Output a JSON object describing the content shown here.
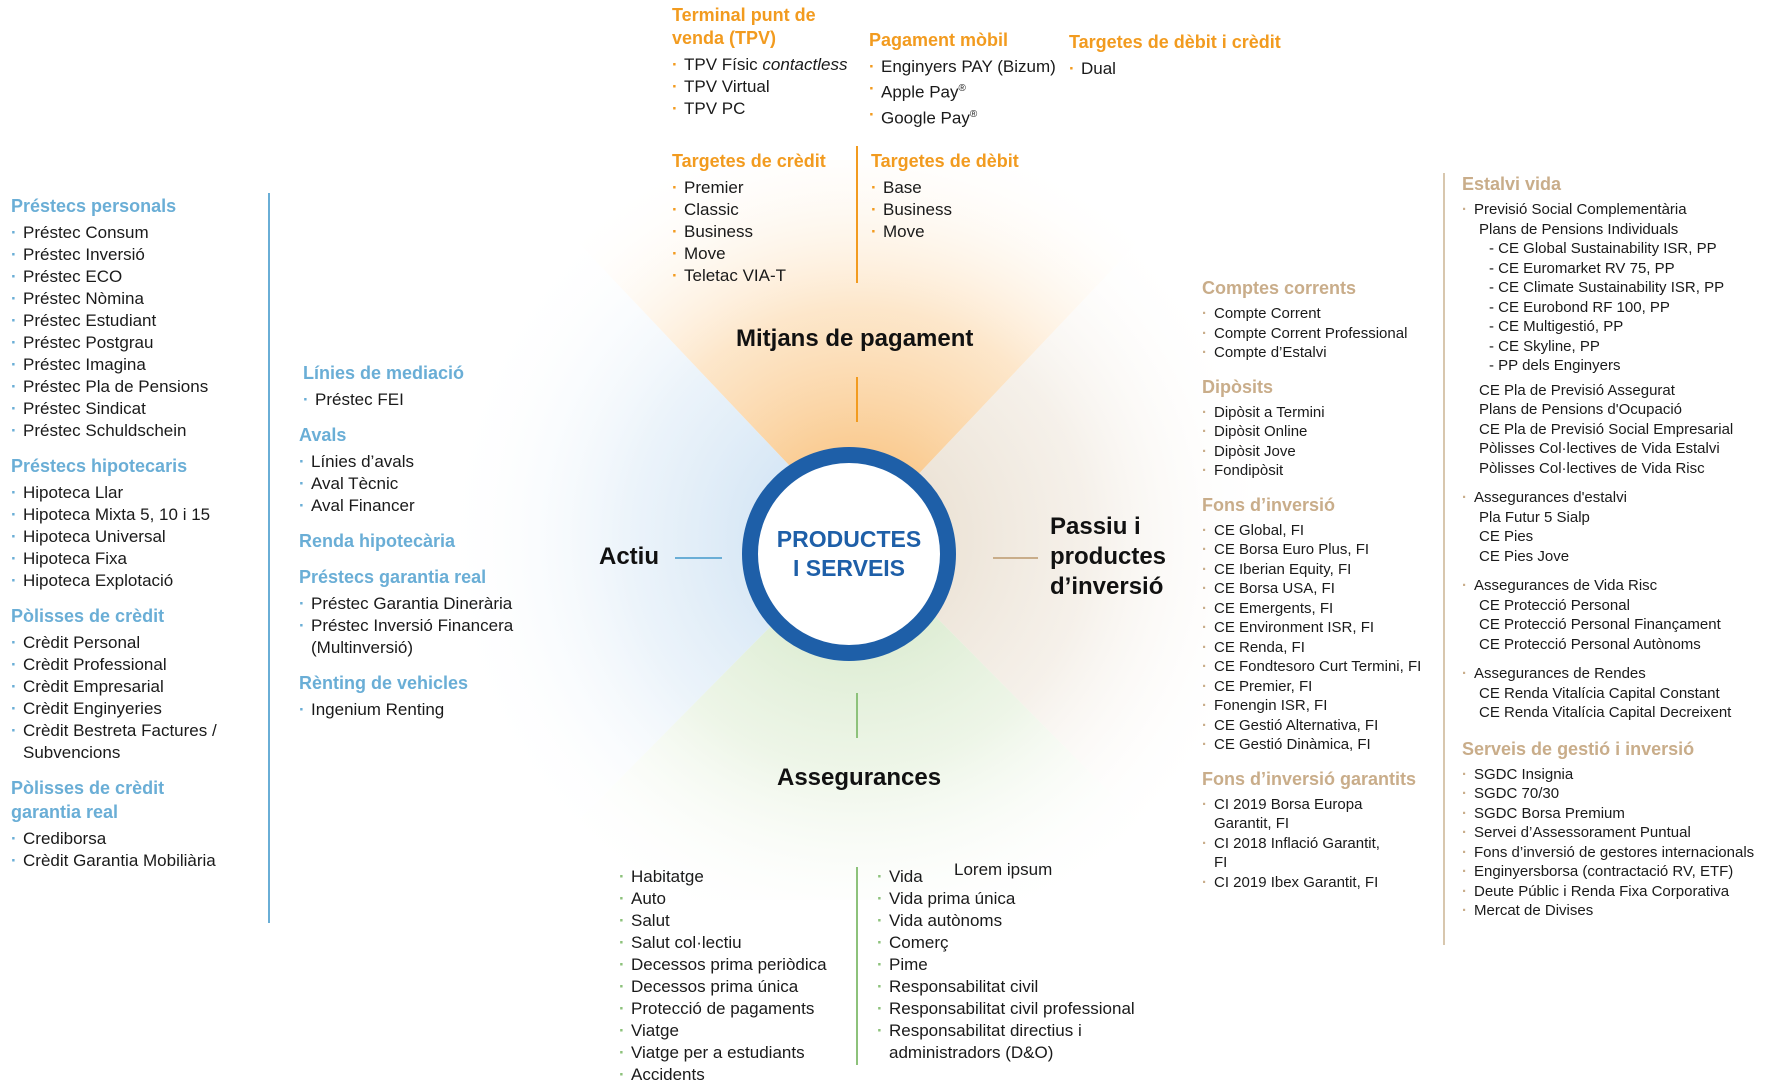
{
  "center": {
    "label": "PRODUCTES\nI SERVEIS"
  },
  "axes": {
    "top": "Mitjans de pagament",
    "left": "Actiu",
    "right": "Passiu i\nproductes\nd’inversió",
    "bottom": "Assegurances"
  },
  "colors": {
    "blue": "#6aaed6",
    "orange": "#f29b1f",
    "beige": "#c9ad8a",
    "green": "#8dc27b",
    "navy": "#1e5fa8"
  },
  "left_col": {
    "prestecs_personals": {
      "title": "Préstecs personals",
      "items": [
        "Préstec Consum",
        "Préstec Inversió",
        "Préstec ECO",
        "Préstec Nòmina",
        "Préstec Estudiant",
        "Préstec Postgrau",
        "Préstec Imagina",
        "Préstec Pla de Pensions",
        "Préstec Sindicat",
        "Préstec Schuldschein"
      ]
    },
    "prestecs_hipotecaris": {
      "title": "Préstecs hipotecaris",
      "items": [
        "Hipoteca Llar",
        "Hipoteca Mixta 5, 10 i 15",
        "Hipoteca Universal",
        "Hipoteca Fixa",
        "Hipoteca Explotació"
      ]
    },
    "polisses_credit": {
      "title": "Pòlisses de crèdit",
      "items": [
        "Crèdit Personal",
        "Crèdit Professional",
        "Crèdit Empresarial",
        "Crèdit Enginyeries",
        "Crèdit Bestreta Factures / Subvencions"
      ]
    },
    "polisses_credit_garantia": {
      "title": "Pòlisses de crèdit garantia real",
      "items": [
        "Crediborsa",
        "Crèdit Garantia Mobiliària"
      ]
    }
  },
  "mid_left": {
    "linies_mediacio": {
      "title": "Línies de mediació",
      "items": [
        "Préstec FEI"
      ]
    },
    "avals": {
      "title": "Avals",
      "items": [
        "Línies d’avals",
        "Aval Tècnic",
        "Aval Financer"
      ]
    },
    "renda_hipotecaria": {
      "title": "Renda hipotecària"
    },
    "prestecs_garantia_real": {
      "title": "Préstecs garantia real",
      "items": [
        "Préstec Garantia Dinerària",
        "Préstec Inversió Financera (Multinversió)"
      ]
    },
    "renting": {
      "title": "Rènting de vehicles",
      "items": [
        "Ingenium Renting"
      ]
    }
  },
  "top": {
    "tpv": {
      "title": "Terminal punt de venda (TPV)",
      "item1_main": "TPV Físic ",
      "item1_em": "contactless",
      "items": [
        "TPV Virtual",
        "TPV PC"
      ]
    },
    "pagament_mobil": {
      "title": "Pagament mòbil",
      "items": [
        "Enginyers PAY (Bizum)",
        "Apple Pay",
        "Google Pay"
      ],
      "reg": "®"
    },
    "debit_credit": {
      "title": "Targetes de dèbit i crèdit",
      "items": [
        "Dual"
      ]
    },
    "credit": {
      "title": "Targetes de crèdit",
      "items": [
        "Premier",
        "Classic",
        "Business",
        "Move",
        "Teletac VIA-T"
      ]
    },
    "debit": {
      "title": "Targetes de dèbit",
      "items": [
        "Base",
        "Business",
        "Move"
      ]
    }
  },
  "bottom": {
    "left_items": [
      "Habitatge",
      "Auto",
      "Salut",
      "Salut col·lectiu",
      "Decessos prima periòdica",
      "Decessos prima única",
      "Protecció de pagaments",
      "Viatge",
      "Viatge per a estudiants",
      "Accidents"
    ],
    "overlay": "Lorem ipsum",
    "right_items": [
      "Vida",
      "Vida prima única",
      "Vida autònoms",
      "Comerç",
      "Pime",
      "Responsabilitat civil",
      "Responsabilitat civil professional",
      "Responsabilitat directius i administradors (D&O)"
    ]
  },
  "mid_right": {
    "comptes": {
      "title": "Comptes corrents",
      "items": [
        "Compte Corrent",
        "Compte Corrent Professional",
        "Compte d’Estalvi"
      ]
    },
    "diposits": {
      "title": "Dipòsits",
      "items": [
        "Dipòsit a Termini",
        "Dipòsit Online",
        "Dipòsit Jove",
        "Fondipòsit"
      ]
    },
    "fons": {
      "title": "Fons d’inversió",
      "items": [
        "CE Global, FI",
        "CE Borsa Euro Plus, FI",
        "CE Iberian Equity, FI",
        "CE Borsa USA, FI",
        "CE Emergents, FI",
        "CE Environment ISR, FI",
        "CE Renda, FI",
        "CE Fondtesoro Curt Termini, FI",
        "CE Premier, FI",
        "Fonengin ISR, FI",
        "CE Gestió Alternativa, FI",
        "CE Gestió Dinàmica, FI"
      ]
    },
    "fons_garantits": {
      "title": "Fons d’inversió garantits",
      "items": [
        "CI 2019 Borsa Europa Garantit, FI",
        "CI 2018 Inflació Garantit, FI",
        "CI 2019 Ibex Garantit, FI"
      ]
    }
  },
  "right_col": {
    "estalvi_title": "Estalvi vida",
    "previsio": "Previsió Social Complementària",
    "plans_individuals": "Plans de Pensions Individuals",
    "plans_items": [
      "- CE Global Sustainability ISR, PP",
      "- CE Euromarket RV 75, PP",
      "- CE Climate Sustainability ISR, PP",
      "- CE Eurobond RF 100, PP",
      "- CE Multigestió, PP",
      "- CE Skyline, PP",
      "- PP dels Enginyers"
    ],
    "previsio_rest": [
      "CE Pla de Previsió Assegurat",
      "Plans de Pensions d'Ocupació",
      "CE Pla de Previsió Social Empresarial",
      "Pòlisses Col·lectives de Vida Estalvi",
      "Pòlisses Col·lectives de Vida Risc"
    ],
    "assegurances_estalvi": "Assegurances d'estalvi",
    "estalvi_items": [
      "Pla Futur 5 Sialp",
      "CE Pies",
      "CE Pies Jove"
    ],
    "vida_risc": "Assegurances de Vida Risc",
    "risc_items": [
      "CE Protecció Personal",
      "CE Protecció Personal Finançament",
      "CE Protecció Personal Autònoms"
    ],
    "rendes": "Assegurances de Rendes",
    "rendes_items": [
      "CE Renda Vitalícia Capital Constant",
      "CE Renda Vitalícia Capital Decreixent"
    ],
    "serveis_title": "Serveis de gestió i inversió",
    "serveis_items": [
      "SGDC Insignia",
      "SGDC 70/30",
      "SGDC Borsa Premium",
      "Servei d’Assessorament Puntual",
      "Fons d’inversió de gestores internacionals",
      "Enginyersborsa (contractació RV, ETF)",
      "Deute Públic i Renda Fixa Corporativa",
      "Mercat de Divises"
    ]
  }
}
